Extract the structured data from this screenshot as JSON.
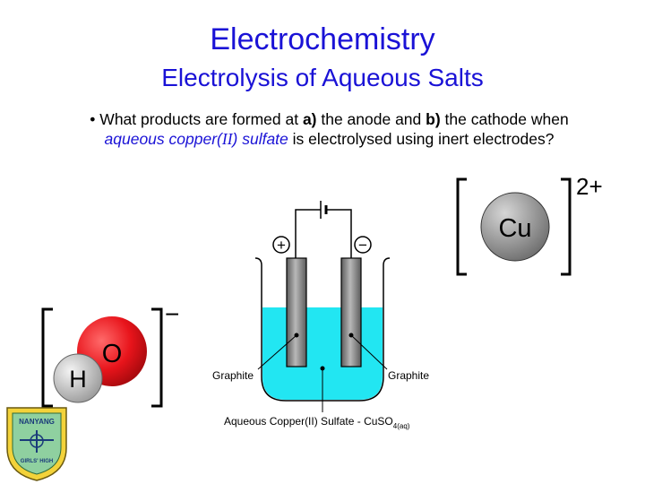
{
  "title": "Electrochemistry",
  "subtitle": "Electrolysis of Aqueous Salts",
  "question": {
    "bullet": "•",
    "part1": " What products are formed at ",
    "a_label": "a)",
    "part2": " the anode and ",
    "b_label": "b)",
    "part3": " the cathode when ",
    "highlight_pre": "aqueous copper(",
    "highlight_roman": "II",
    "highlight_post": ") sulfate",
    "part4": " is electrolysed using inert electrodes?"
  },
  "diagram": {
    "plus_sign": "+",
    "minus_sign": "−",
    "left_electrode_label": "Graphite",
    "right_electrode_label": "Graphite",
    "solution_label": "Aqueous Copper(II) Sulfate - CuSO",
    "solution_subscript": "4(aq)"
  },
  "copper_ion": {
    "symbol": "Cu",
    "charge": "2+"
  },
  "hydroxide_ion": {
    "o_symbol": "O",
    "h_symbol": "H",
    "charge": "−"
  },
  "logo": {
    "top_text": "NANYANG",
    "bottom_text": "GIRLS' HIGH"
  },
  "colors": {
    "title": "#1a12d6",
    "solution": "#22e6f2",
    "electrode": "#8a8a8a",
    "oxygen": "#e8141b",
    "hydrogen": "#c8c8c8",
    "copper": "#9a9a9a"
  }
}
